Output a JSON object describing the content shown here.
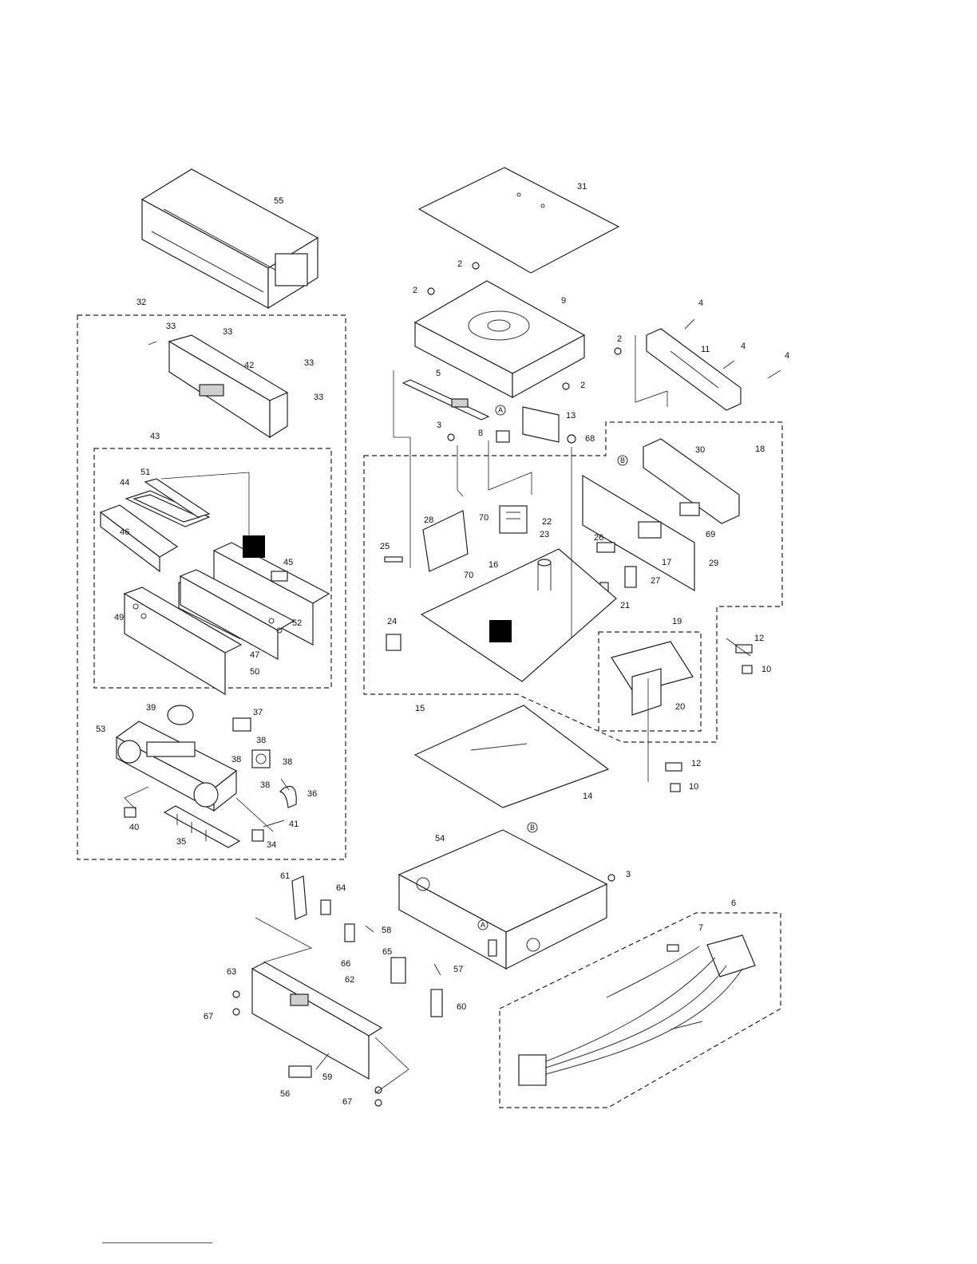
{
  "diagram": {
    "callouts": [
      {
        "id": "c55",
        "label": "55"
      },
      {
        "id": "c32",
        "label": "32"
      },
      {
        "id": "c33a",
        "label": "33"
      },
      {
        "id": "c33b",
        "label": "33"
      },
      {
        "id": "c33c",
        "label": "33"
      },
      {
        "id": "c33d",
        "label": "33"
      },
      {
        "id": "c42",
        "label": "42"
      },
      {
        "id": "c43",
        "label": "43"
      },
      {
        "id": "c51",
        "label": "51"
      },
      {
        "id": "c44",
        "label": "44"
      },
      {
        "id": "c46",
        "label": "46"
      },
      {
        "id": "c45",
        "label": "45"
      },
      {
        "id": "c49",
        "label": "49"
      },
      {
        "id": "c47",
        "label": "47"
      },
      {
        "id": "c50",
        "label": "50"
      },
      {
        "id": "c52",
        "label": "52"
      },
      {
        "id": "c39",
        "label": "39"
      },
      {
        "id": "c37",
        "label": "37"
      },
      {
        "id": "c53",
        "label": "53"
      },
      {
        "id": "c38a",
        "label": "38"
      },
      {
        "id": "c38b",
        "label": "38"
      },
      {
        "id": "c38c",
        "label": "38"
      },
      {
        "id": "c38d",
        "label": "38"
      },
      {
        "id": "c36",
        "label": "36"
      },
      {
        "id": "c40",
        "label": "40"
      },
      {
        "id": "c41",
        "label": "41"
      },
      {
        "id": "c35",
        "label": "35"
      },
      {
        "id": "c34",
        "label": "34"
      },
      {
        "id": "c31",
        "label": "31"
      },
      {
        "id": "c2a",
        "label": "2"
      },
      {
        "id": "c2b",
        "label": "2"
      },
      {
        "id": "c2c",
        "label": "2"
      },
      {
        "id": "c2d",
        "label": "2"
      },
      {
        "id": "c9",
        "label": "9"
      },
      {
        "id": "c4a",
        "label": "4"
      },
      {
        "id": "c4b",
        "label": "4"
      },
      {
        "id": "c4c",
        "label": "4"
      },
      {
        "id": "c11",
        "label": "11"
      },
      {
        "id": "c5",
        "label": "5"
      },
      {
        "id": "c13",
        "label": "13"
      },
      {
        "id": "c3a",
        "label": "3"
      },
      {
        "id": "c8",
        "label": "8"
      },
      {
        "id": "c68",
        "label": "68"
      },
      {
        "id": "c30",
        "label": "30"
      },
      {
        "id": "c18",
        "label": "18"
      },
      {
        "id": "c70a",
        "label": "70"
      },
      {
        "id": "c28",
        "label": "28"
      },
      {
        "id": "c22",
        "label": "22"
      },
      {
        "id": "c23",
        "label": "23"
      },
      {
        "id": "c25",
        "label": "25"
      },
      {
        "id": "c16",
        "label": "16"
      },
      {
        "id": "c70b",
        "label": "70"
      },
      {
        "id": "c26",
        "label": "26"
      },
      {
        "id": "c69",
        "label": "69"
      },
      {
        "id": "c17",
        "label": "17"
      },
      {
        "id": "c29",
        "label": "29"
      },
      {
        "id": "c27",
        "label": "27"
      },
      {
        "id": "c21",
        "label": "21"
      },
      {
        "id": "c24",
        "label": "24"
      },
      {
        "id": "c19",
        "label": "19"
      },
      {
        "id": "c12a",
        "label": "12"
      },
      {
        "id": "c10a",
        "label": "10"
      },
      {
        "id": "c20",
        "label": "20"
      },
      {
        "id": "c15",
        "label": "15"
      },
      {
        "id": "c12b",
        "label": "12"
      },
      {
        "id": "c10b",
        "label": "10"
      },
      {
        "id": "c14",
        "label": "14"
      },
      {
        "id": "c54",
        "label": "54"
      },
      {
        "id": "c3b",
        "label": "3"
      },
      {
        "id": "c61",
        "label": "61"
      },
      {
        "id": "c64",
        "label": "64"
      },
      {
        "id": "c58",
        "label": "58"
      },
      {
        "id": "c66",
        "label": "66"
      },
      {
        "id": "c65",
        "label": "65"
      },
      {
        "id": "c57",
        "label": "57"
      },
      {
        "id": "c63",
        "label": "63"
      },
      {
        "id": "c62",
        "label": "62"
      },
      {
        "id": "c67a",
        "label": "67"
      },
      {
        "id": "c60",
        "label": "60"
      },
      {
        "id": "c59",
        "label": "59"
      },
      {
        "id": "c56",
        "label": "56"
      },
      {
        "id": "c67b",
        "label": "67"
      },
      {
        "id": "c6",
        "label": "6"
      },
      {
        "id": "c7",
        "label": "7"
      }
    ],
    "markers": [
      {
        "id": "mA1",
        "label": "A"
      },
      {
        "id": "mB1",
        "label": "B"
      },
      {
        "id": "mB2",
        "label": "B"
      },
      {
        "id": "mA2",
        "label": "A"
      }
    ],
    "colors": {
      "line": "#222222",
      "background": "#ffffff",
      "redaction": "#000000"
    }
  }
}
